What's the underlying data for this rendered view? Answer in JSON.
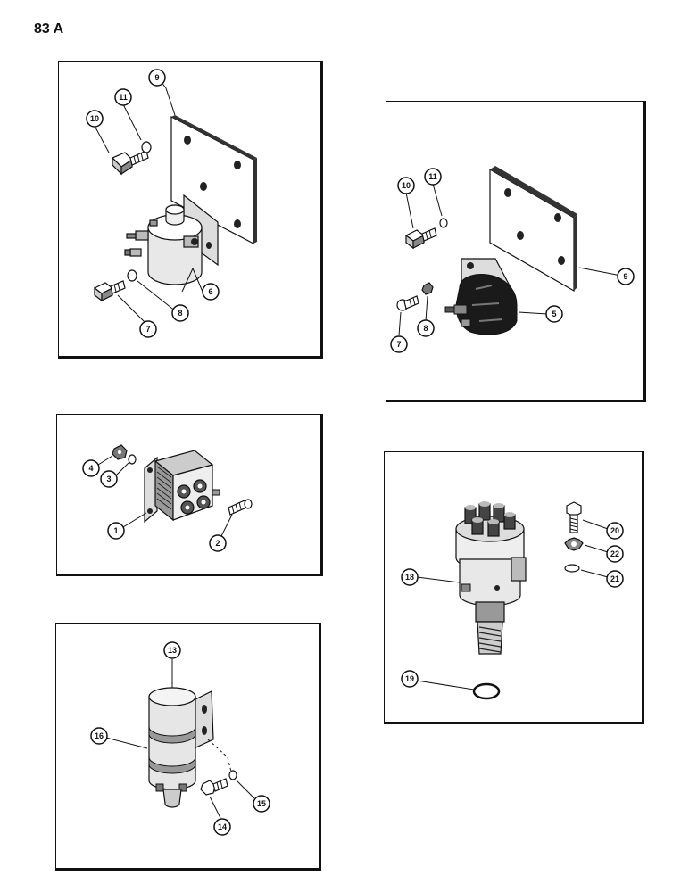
{
  "page": {
    "number": "83 A"
  },
  "panels": {
    "solenoid_a": {
      "callouts": {
        "c9": "9",
        "c10": "10",
        "c11": "11",
        "c6": "6",
        "c7": "7",
        "c8": "8"
      }
    },
    "solenoid_b": {
      "callouts": {
        "c10": "10",
        "c11": "11",
        "c9": "9",
        "c5": "5",
        "c7": "7",
        "c8": "8"
      }
    },
    "regulator": {
      "callouts": {
        "c4": "4",
        "c3": "3",
        "c1": "1",
        "c2": "2"
      }
    },
    "distributor": {
      "callouts": {
        "c18": "18",
        "c20": "20",
        "c22": "22",
        "c21": "21",
        "c19": "19"
      }
    },
    "coil": {
      "callouts": {
        "c13": "13",
        "c16": "16",
        "c14": "14",
        "c15": "15"
      }
    }
  }
}
